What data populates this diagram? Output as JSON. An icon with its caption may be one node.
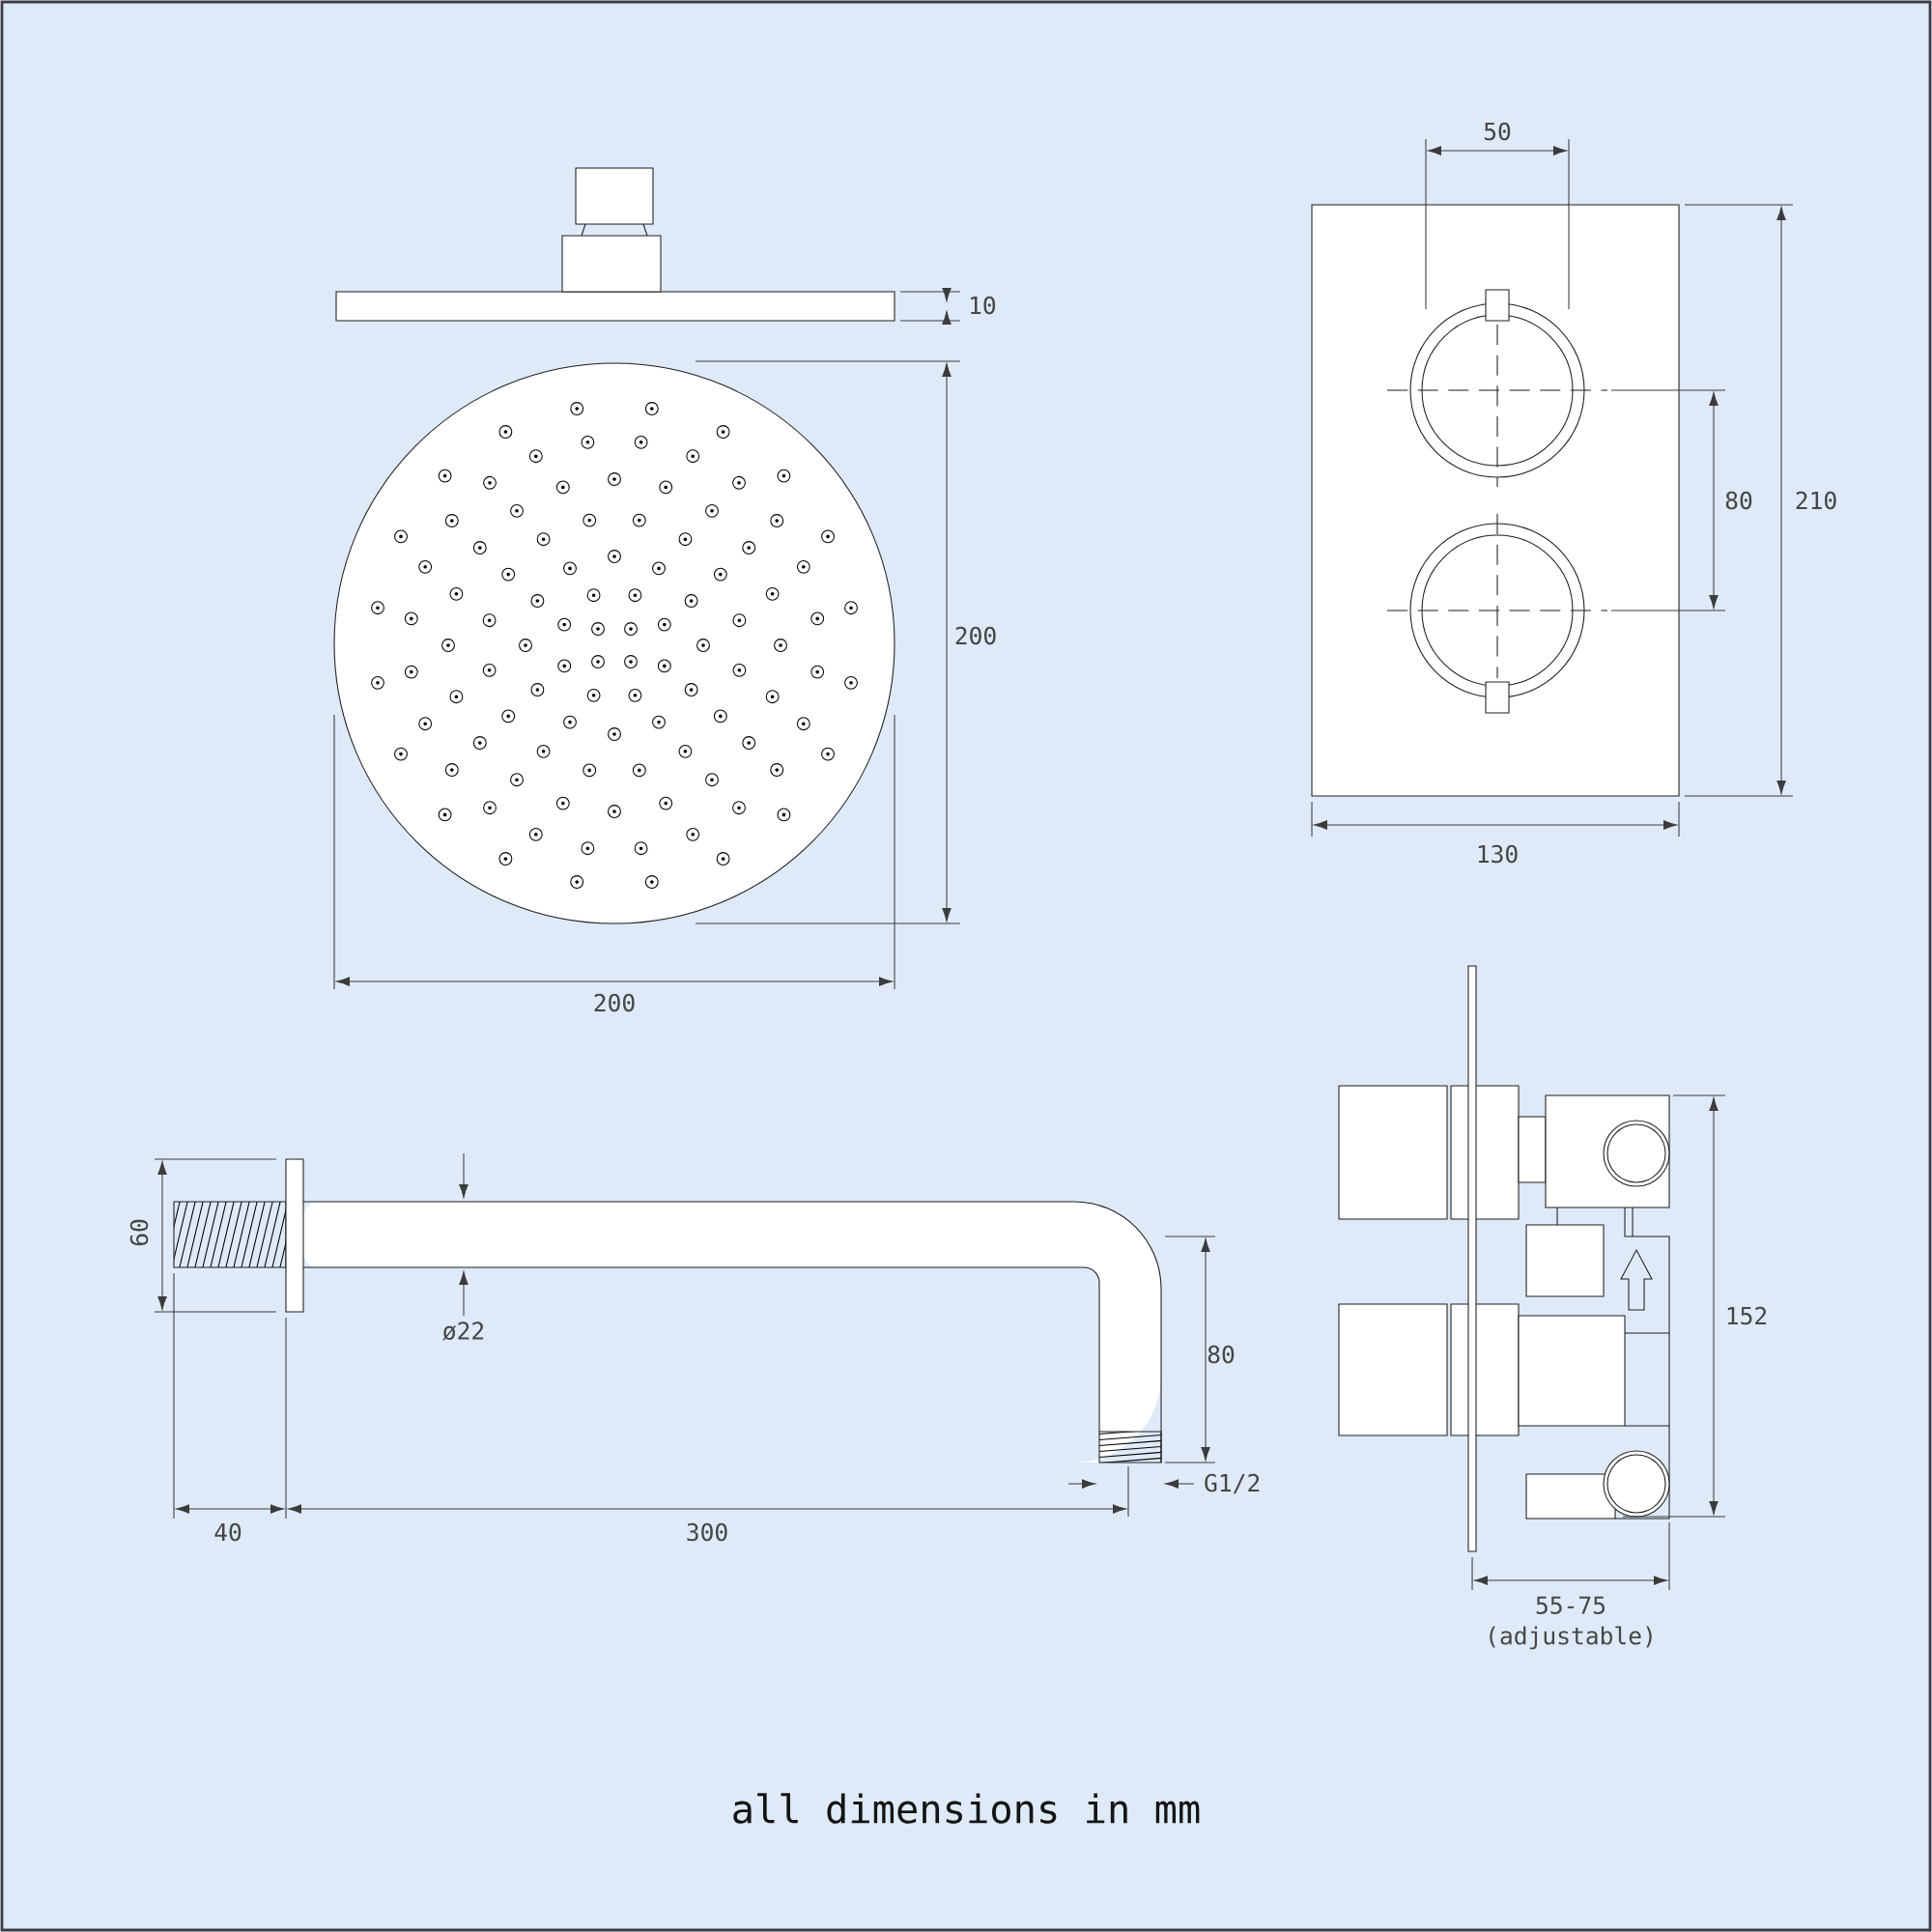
{
  "diagram": {
    "caption": "all dimensions in mm",
    "labels": [
      "50",
      "10",
      "210",
      "80",
      "200",
      "130",
      "200",
      "60",
      "152",
      "ø22",
      "80",
      "G1/2",
      "40",
      "300",
      "55-75 (adjustable)"
    ]
  }
}
